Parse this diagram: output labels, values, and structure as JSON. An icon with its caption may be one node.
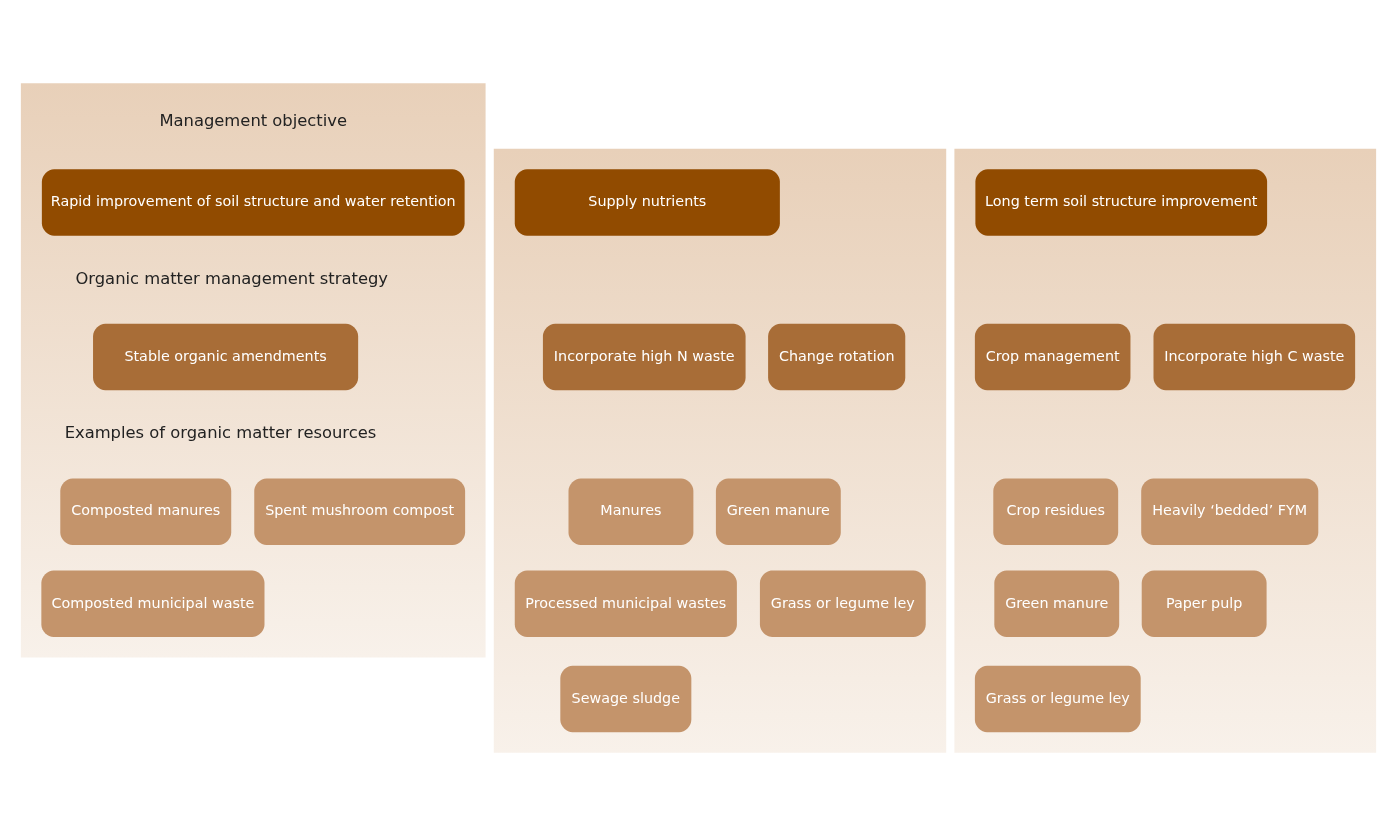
{
  "diagram": {
    "nodes": [
      {
        "text": [],
        "shape": "box"
      },
      {
        "text": [
          "Rapid improvement of soil structure and water retention"
        ],
        "in": 0
      },
      {
        "text": [
          "Stable organic amendments"
        ],
        "in": 0
      },
      {
        "text": [
          "Composted manures"
        ],
        "in": 0
      },
      {
        "text": [
          "Spent mushroom compost"
        ],
        "in": 0
      },
      {
        "text": [
          "Composted municipal waste"
        ],
        "in": 0
      },
      {
        "text": [],
        "shape": "box"
      },
      {
        "text": [
          "Supply nutrients"
        ],
        "in": 6
      },
      {
        "text": [
          "Incorporate high N waste"
        ],
        "in": 6
      },
      {
        "text": [
          "Change rotation"
        ],
        "in": 6
      },
      {
        "text": [
          "Manures"
        ],
        "in": 6
      },
      {
        "text": [
          "Green manure"
        ],
        "in": 6
      },
      {
        "text": [
          "Processed municipal wastes"
        ],
        "in": 6
      },
      {
        "text": [
          "Grass or legume ley"
        ],
        "in": 6
      },
      {
        "text": [
          "Sewage sludge"
        ],
        "in": 6
      },
      {
        "text": [],
        "shape": "box"
      },
      {
        "text": [
          "Long term soil structure improvement"
        ],
        "in": 15
      },
      {
        "text": [
          "Crop management"
        ],
        "in": 15
      },
      {
        "text": [
          "Incorporate high C waste"
        ],
        "in": 15
      },
      {
        "text": [
          "Crop residues"
        ],
        "in": 15
      },
      {
        "text": [
          "Heavily ‘bedded’ FYM"
        ],
        "in": 15
      },
      {
        "text": [
          "Green manure"
        ],
        "in": 15
      },
      {
        "text": [
          "Paper pulp"
        ],
        "in": 15
      },
      {
        "text": [
          "Grass or legume ley"
        ],
        "in": 15
      }
    ],
    "edges": [],
    "labels": [
      "Management objective",
      "Organic matter management strategy",
      "Examples of organic matter resources"
    ]
  }
}
